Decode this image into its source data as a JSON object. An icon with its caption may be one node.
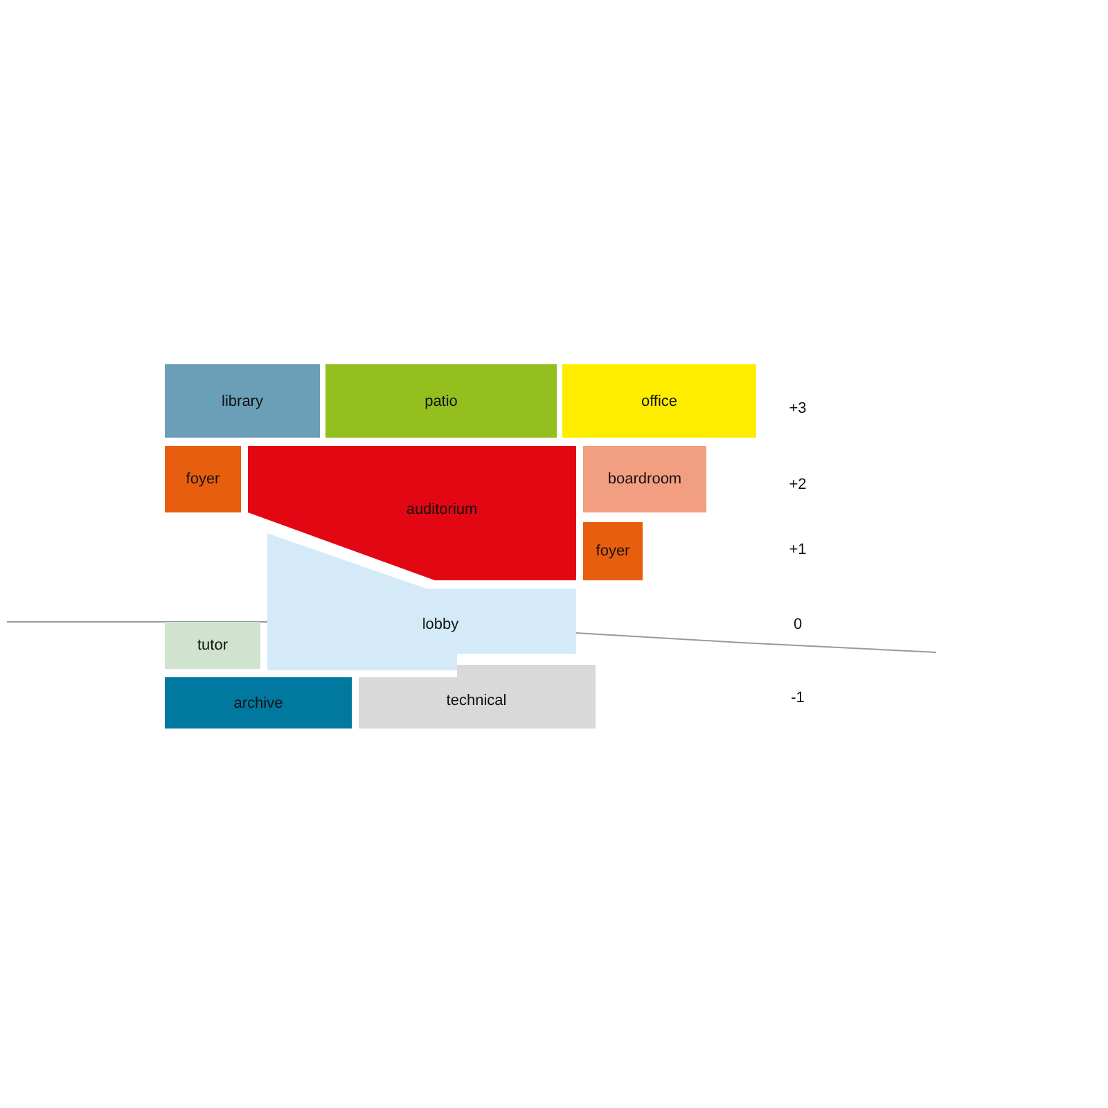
{
  "diagram": {
    "nodes": [
      {
        "text": [
          "library"
        ]
      },
      {
        "text": [
          "patio"
        ]
      },
      {
        "text": [
          "office"
        ]
      },
      {
        "text": [
          "foyer"
        ]
      },
      {
        "text": [
          "auditorium"
        ]
      },
      {
        "text": [
          "boardroom"
        ]
      },
      {
        "text": [
          "foyer"
        ]
      },
      {
        "text": [
          "lobby"
        ]
      },
      {
        "text": [
          "tutor"
        ]
      },
      {
        "text": [
          "archive"
        ]
      },
      {
        "text": [
          "technical"
        ]
      }
    ],
    "edges": [],
    "labels": [
      "+3",
      "+2",
      "+1",
      "0",
      "-1"
    ]
  }
}
